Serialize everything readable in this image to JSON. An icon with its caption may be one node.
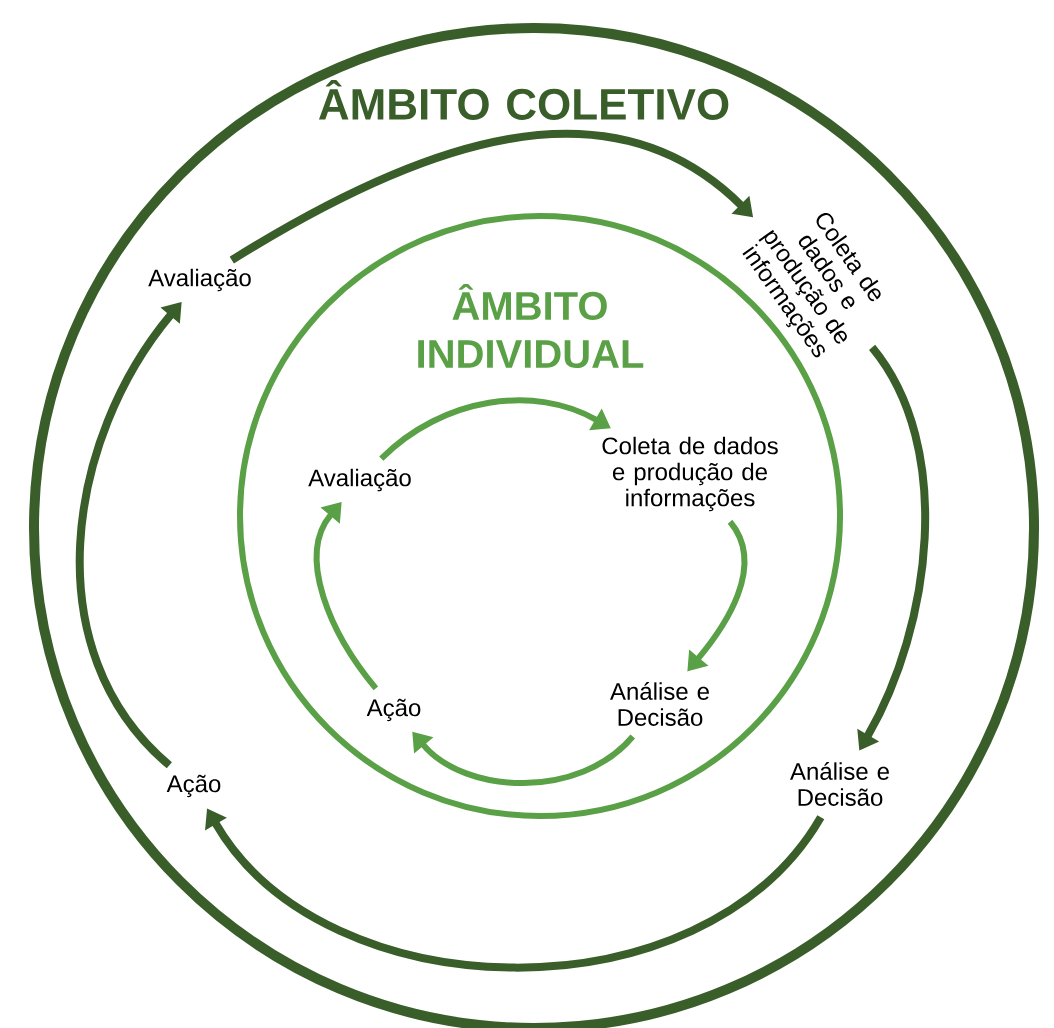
{
  "diagram": {
    "nodes": [
      {
        "text": [
          "ÂMBITO COLETIVO"
        ]
      },
      {
        "text": [
          "ÂMBITO INDIVIDUAL"
        ],
        "in": 0
      },
      {
        "text": [
          "Avaliação"
        ],
        "in": 0
      },
      {
        "text": [
          "Coleta de dados e produção de informações"
        ],
        "in": 0
      },
      {
        "text": [
          "Análise e Decisão"
        ],
        "in": 0
      },
      {
        "text": [
          "Ação"
        ],
        "in": 0
      },
      {
        "text": [
          "Avaliação"
        ],
        "in": 1
      },
      {
        "text": [
          "Coleta de dados e produção de informações"
        ],
        "in": 1
      },
      {
        "text": [
          "Análise e Decisão"
        ],
        "in": 1
      },
      {
        "text": [
          "Ação"
        ],
        "in": 1
      }
    ],
    "edges": [
      {
        "from": 2,
        "to": 3,
        "arrow": "to"
      },
      {
        "from": 3,
        "to": 4,
        "arrow": "to"
      },
      {
        "from": 4,
        "to": 5,
        "arrow": "to"
      },
      {
        "from": 5,
        "to": 2,
        "arrow": "to"
      },
      {
        "from": 6,
        "to": 7,
        "arrow": "to",
        "color": "#5aa046"
      },
      {
        "from": 7,
        "to": 8,
        "arrow": "to",
        "color": "#5aa046"
      },
      {
        "from": 8,
        "to": 9,
        "arrow": "to",
        "color": "#5aa046"
      },
      {
        "from": 9,
        "to": 6,
        "arrow": "to",
        "color": "#5aa046"
      }
    ]
  }
}
